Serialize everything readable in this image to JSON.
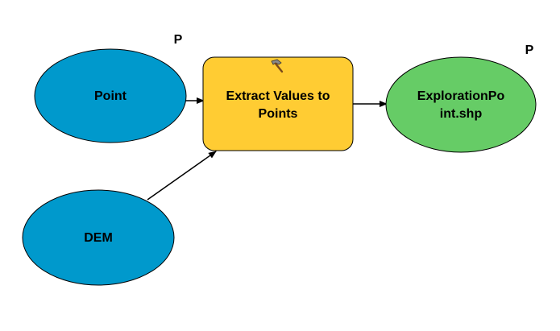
{
  "diagram": {
    "background": "#ffffff",
    "nodes": {
      "point": {
        "label": "Point",
        "kind": "input-data",
        "color": "#0099cc",
        "parameter": true,
        "parameter_marker": "P"
      },
      "dem": {
        "label": "DEM",
        "kind": "input-data",
        "color": "#0099cc",
        "parameter": false
      },
      "tool": {
        "label_line1": "Extract Values to",
        "label_line2": "Points",
        "kind": "tool",
        "color": "#ffcc33",
        "icon": "hammer-icon"
      },
      "output": {
        "label_line1": "ExplorationPo",
        "label_line2": "int.shp",
        "kind": "output-data",
        "color": "#66cc66",
        "parameter": true,
        "parameter_marker": "P"
      }
    },
    "connections": [
      {
        "from": "Point",
        "to": "Extract Values to Points"
      },
      {
        "from": "DEM",
        "to": "Extract Values to Points"
      },
      {
        "from": "Extract Values to Points",
        "to": "ExplorationPoint.shp"
      }
    ]
  }
}
